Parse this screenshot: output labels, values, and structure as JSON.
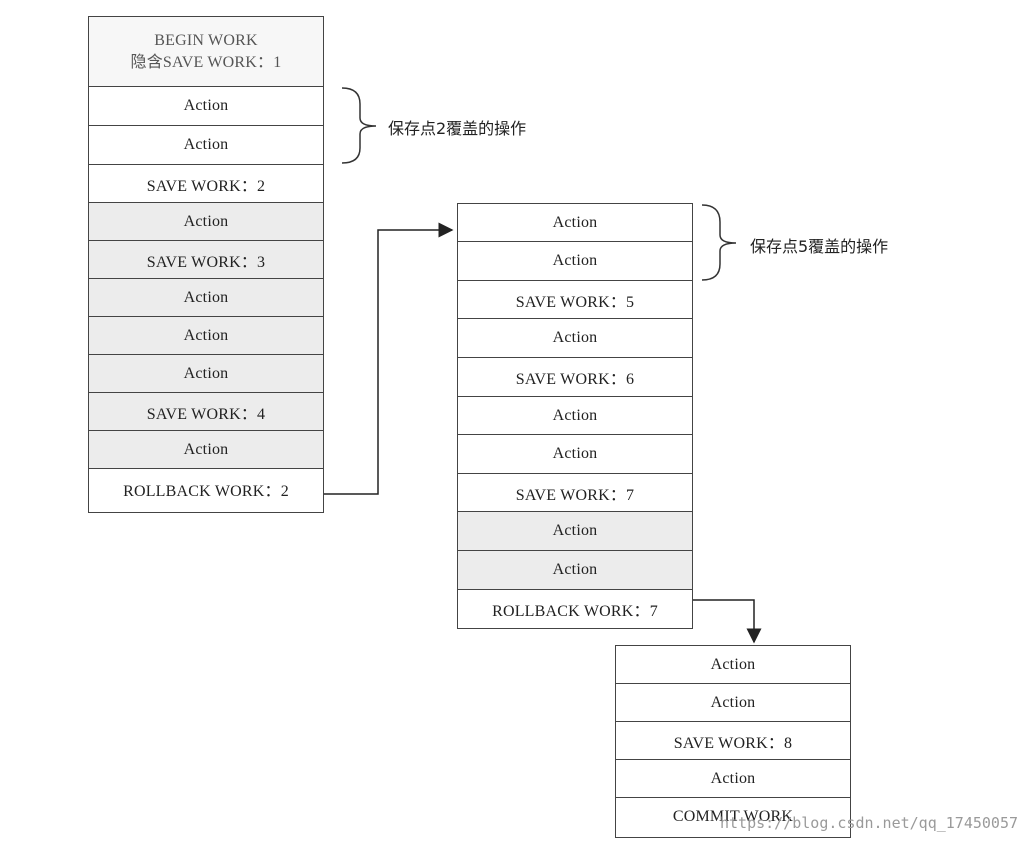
{
  "column1": {
    "begin_line1": "BEGIN WORK",
    "begin_line2": "隐含SAVE WORK：1",
    "cells": [
      "Action",
      "Action",
      "SAVE WORK：2",
      "Action",
      "SAVE WORK：3",
      "Action",
      "Action",
      "Action",
      "SAVE WORK：4",
      "Action",
      "ROLLBACK WORK：2"
    ]
  },
  "column2": {
    "cells": [
      "Action",
      "Action",
      "SAVE WORK：5",
      "Action",
      "SAVE WORK：6",
      "Action",
      "Action",
      "SAVE WORK：7",
      "Action",
      "Action",
      "ROLLBACK WORK：7"
    ]
  },
  "column3": {
    "cells": [
      "Action",
      "Action",
      "SAVE WORK：8",
      "Action",
      "COMMIT WORK"
    ]
  },
  "annotations": {
    "savepoint2": "保存点2覆盖的操作",
    "savepoint5": "保存点5覆盖的操作"
  },
  "watermark": "https://blog.csdn.net/qq_17450057"
}
